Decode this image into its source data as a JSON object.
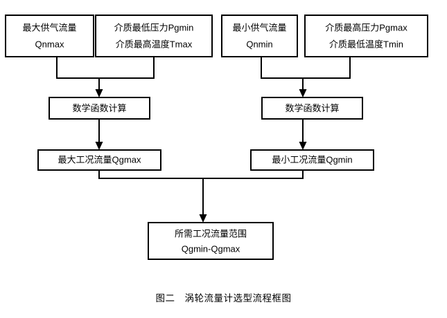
{
  "diagram": {
    "title_caption": "图二　涡轮流量计选型流程框图",
    "colors": {
      "background": "#ffffff",
      "stroke": "#000000",
      "box_fill": "#ffffff",
      "text": "#000000"
    },
    "nodes": [
      {
        "id": "max-supply-flow",
        "line1": "最大供气流量",
        "line2": "Qnmax"
      },
      {
        "id": "medium-min-pressure-max-temp",
        "line1": "介质最低压力Pgmin",
        "line2": "介质最高温度Tmax"
      },
      {
        "id": "min-supply-flow",
        "line1": "最小供气流量",
        "line2": "Qnmin"
      },
      {
        "id": "medium-max-pressure-min-temp",
        "line1": "介质最高压力Pgmax",
        "line2": "介质最低温度Tmin"
      },
      {
        "id": "math-function-calc-left",
        "line1": "数学函数计算",
        "line2": ""
      },
      {
        "id": "math-function-calc-right",
        "line1": "数学函数计算",
        "line2": ""
      },
      {
        "id": "max-working-flow",
        "line1": "最大工况流量Qgmax",
        "line2": ""
      },
      {
        "id": "min-working-flow",
        "line1": "最小工况流量Qgmin",
        "line2": ""
      },
      {
        "id": "required-working-flow-range",
        "line1": "所需工况流量范围",
        "line2": "Qgmin-Qgmax"
      }
    ]
  }
}
